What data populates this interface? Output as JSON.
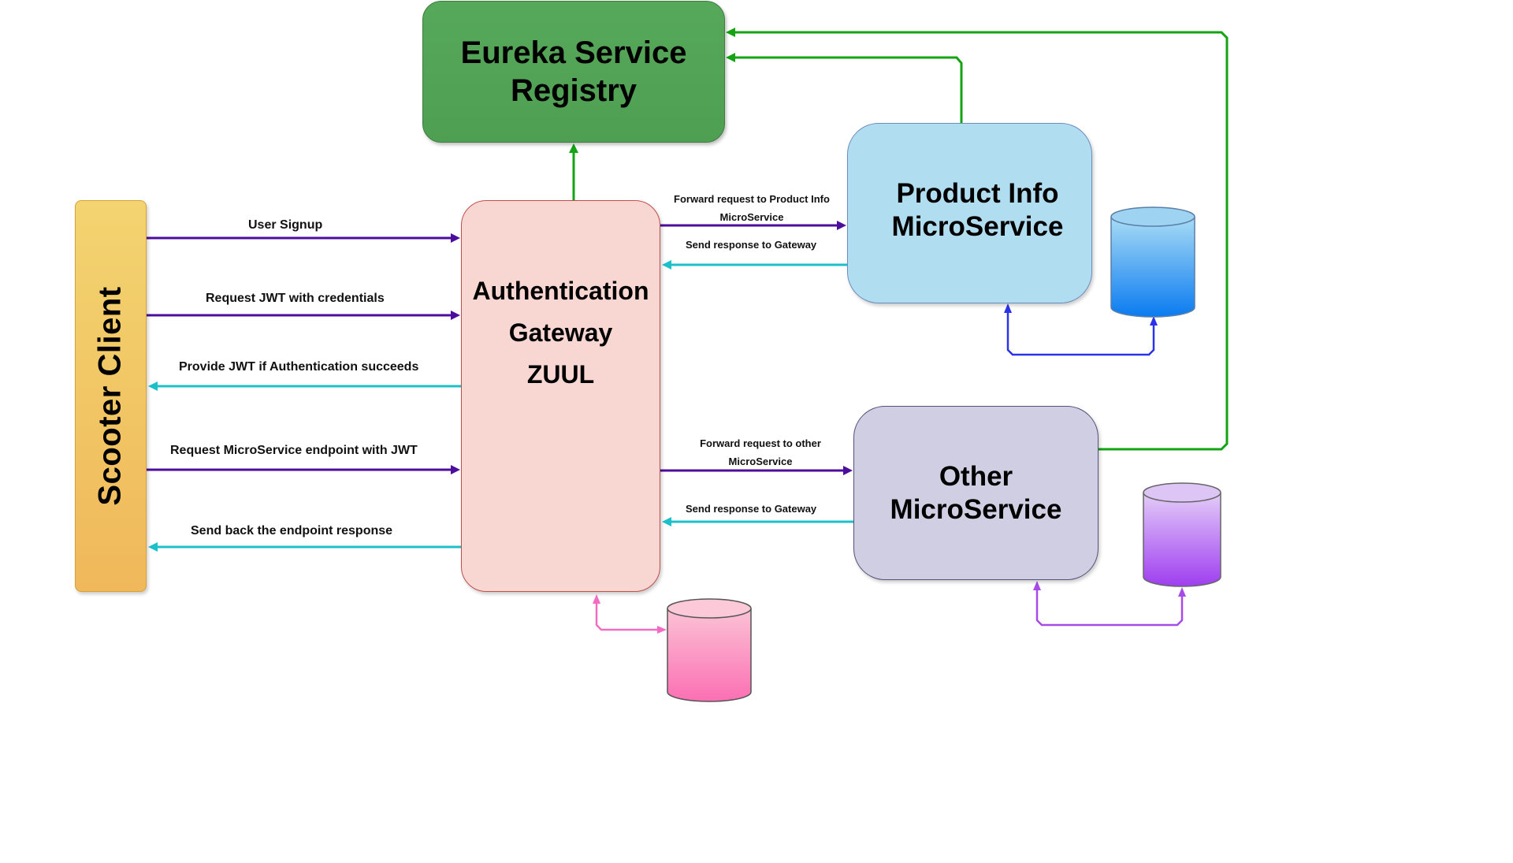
{
  "nodes": {
    "eureka": {
      "line1": "Eureka Service",
      "line2": "Registry"
    },
    "gateway": {
      "line1": "Authentication",
      "line2": "Gateway",
      "line3": "ZUUL"
    },
    "client": {
      "label": "Scooter Client"
    },
    "product": {
      "line1": "Product Info",
      "line2": "MicroService"
    },
    "other": {
      "line1": "Other",
      "line2": "MicroService"
    }
  },
  "edges": {
    "signup": "User Signup",
    "request_jwt": "Request JWT with credentials",
    "provide_jwt": "Provide JWT if Authentication succeeds",
    "request_endpoint": "Request MicroService endpoint with JWT",
    "send_back": "Send back the endpoint response",
    "fwd_product_1": "Forward request to Product Info",
    "fwd_product_2": "MicroService",
    "resp_product": "Send response to Gateway",
    "fwd_other_1": "Forward request to other",
    "fwd_other_2": "MicroService",
    "resp_other": "Send response to Gateway"
  },
  "colors": {
    "registry_link": "#13a313",
    "request": "#4c0c9c",
    "response": "#1cc0c8",
    "product_db": "#2a33e8",
    "gateway_db": "#f46bc4",
    "other_db": "#a64be8"
  }
}
